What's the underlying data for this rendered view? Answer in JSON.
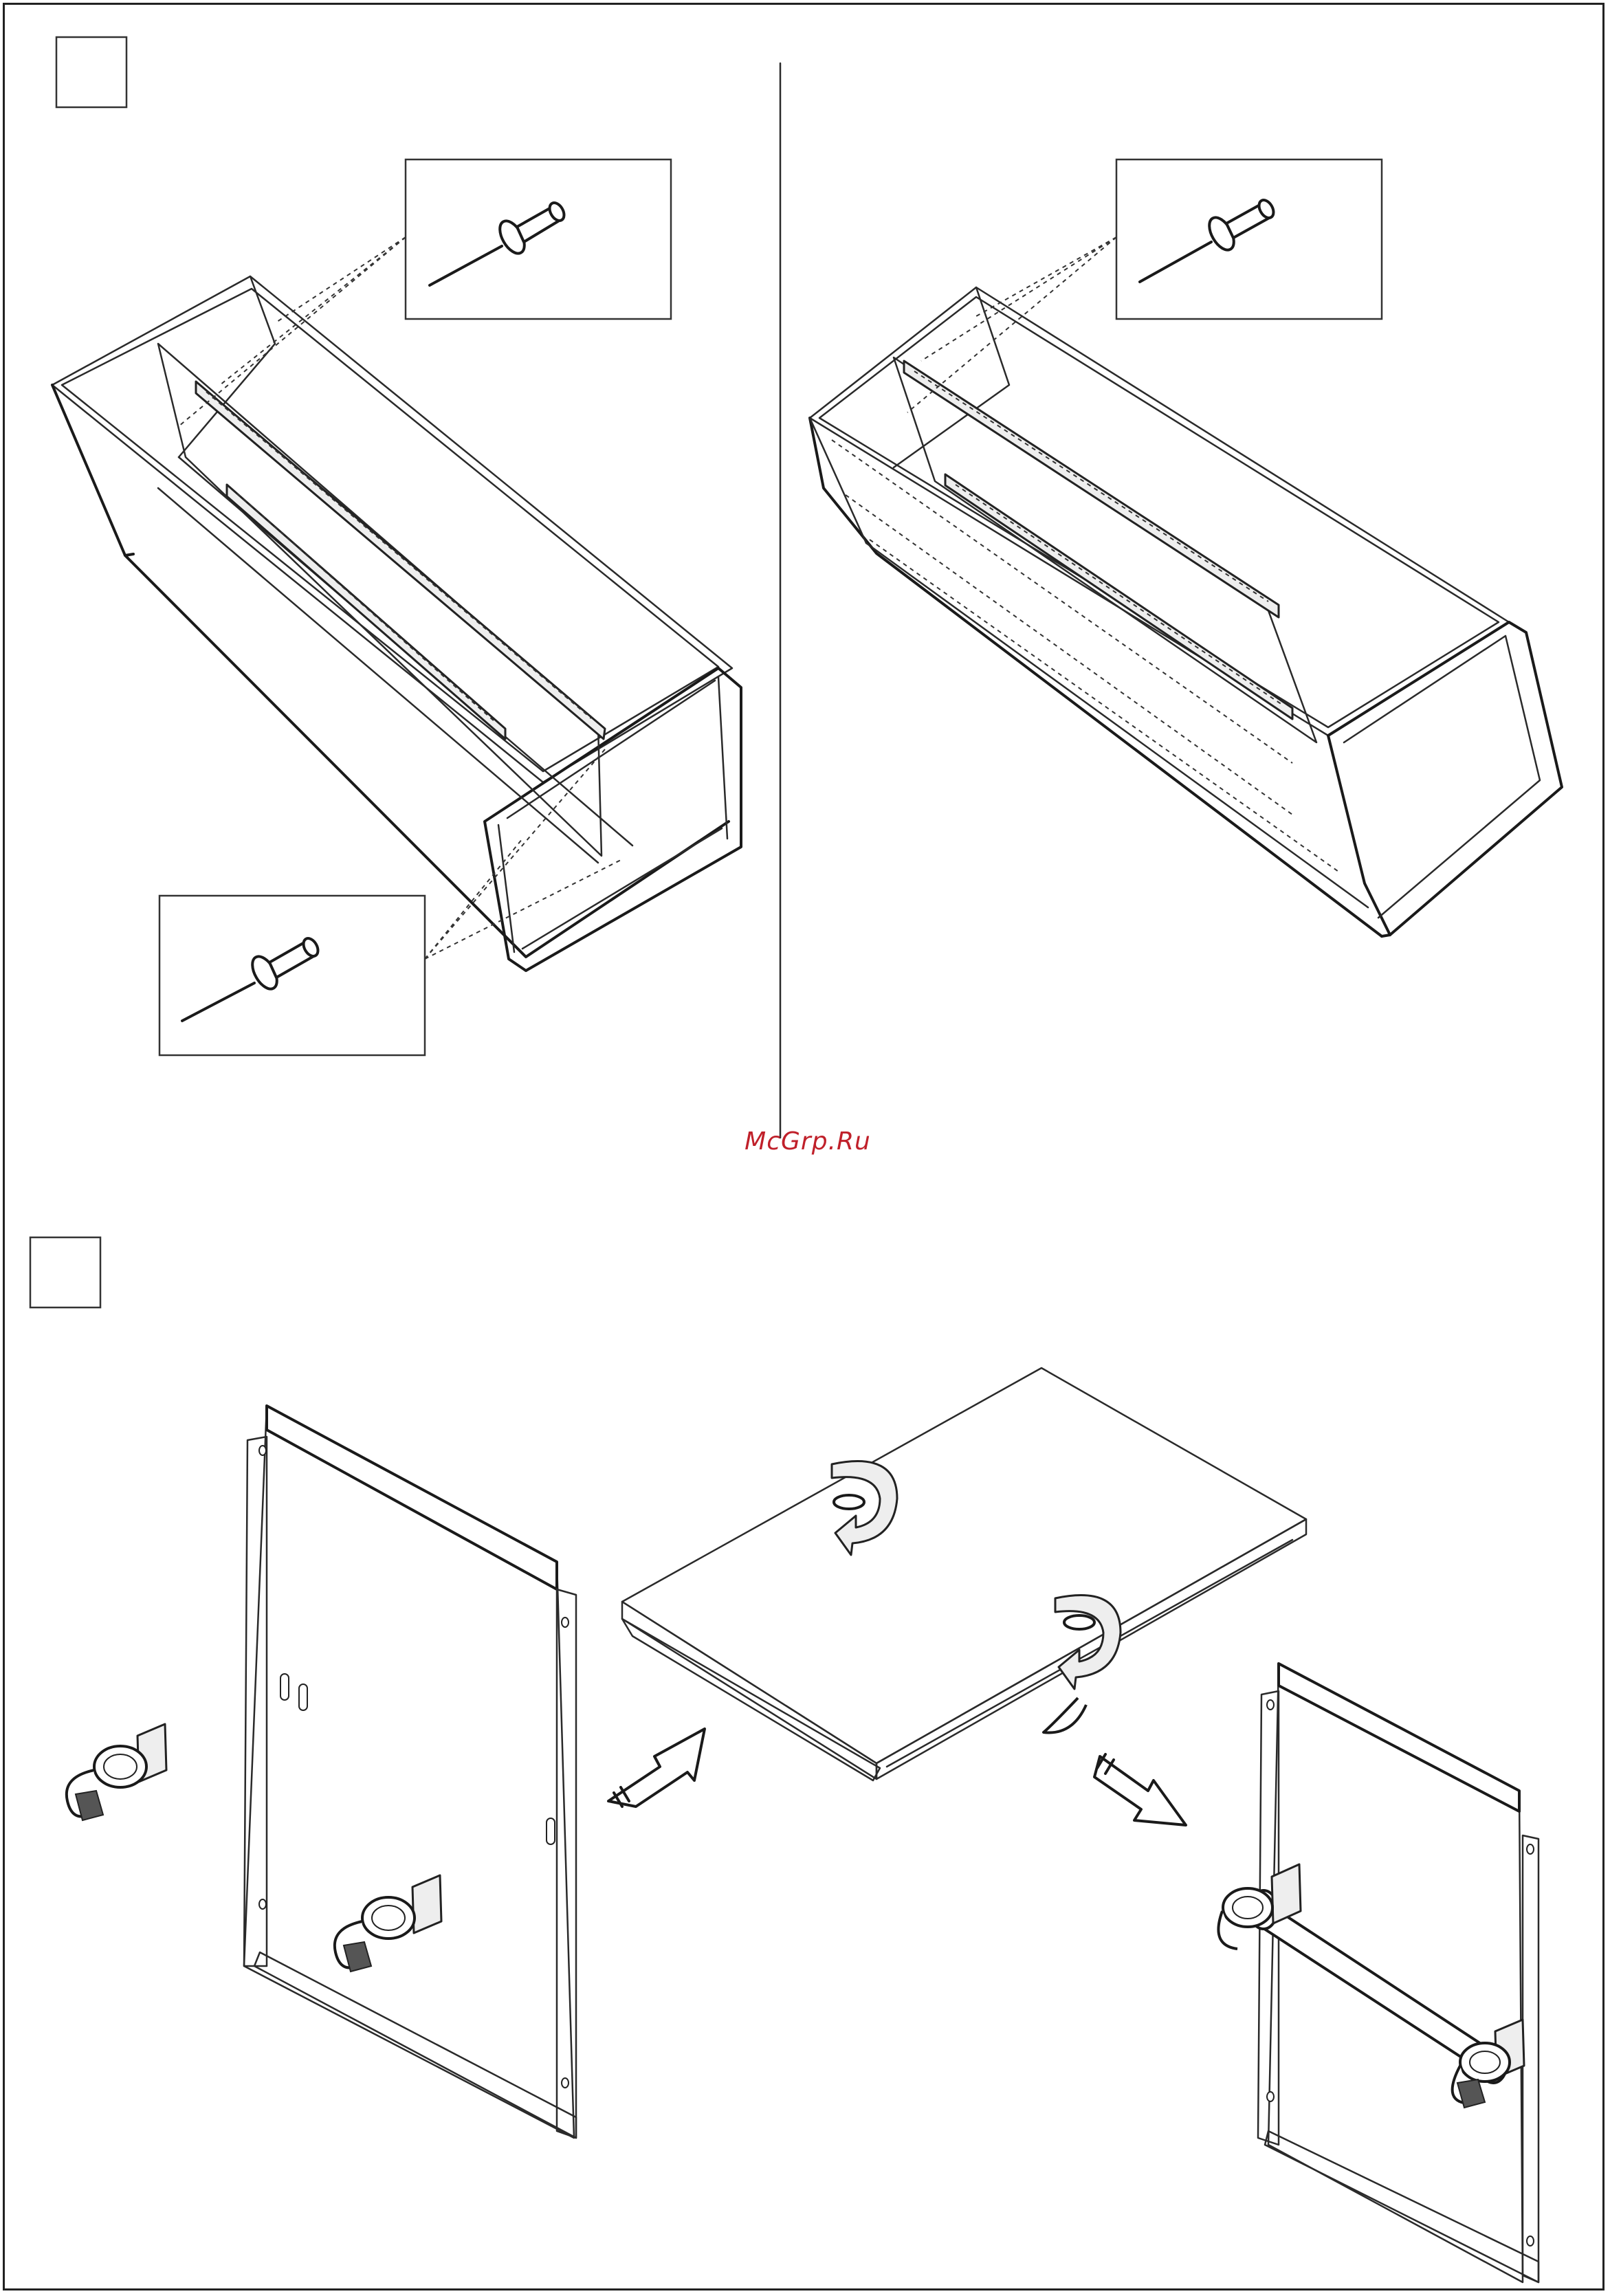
{
  "watermark": {
    "text": "McGrp.Ru",
    "color": "#c0202a"
  },
  "steps": [
    {
      "id": "step-1",
      "label": ""
    },
    {
      "id": "step-2",
      "label": ""
    }
  ],
  "icons": [
    "rivet-icon",
    "rotate-arrow-icon",
    "direction-arrow-icon",
    "hanger-bracket-icon"
  ]
}
